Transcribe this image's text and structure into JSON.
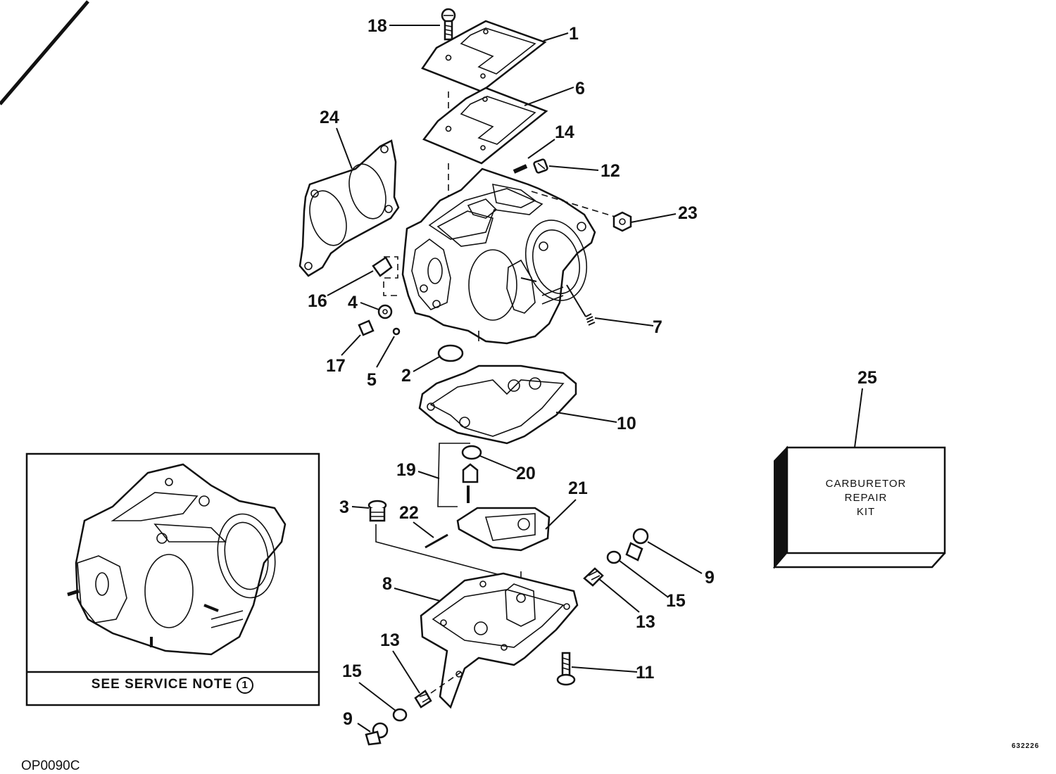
{
  "diagram": {
    "callouts": [
      "18",
      "1",
      "6",
      "24",
      "14",
      "12",
      "23",
      "16",
      "4",
      "7",
      "17",
      "5",
      "2",
      "10",
      "25",
      "19",
      "20",
      "21",
      "3",
      "22",
      "9",
      "8",
      "15",
      "13",
      "11",
      "13",
      "15",
      "9"
    ],
    "inset_note": "SEE SERVICE NOTE",
    "inset_note_circle": "1",
    "kit_label_lines": [
      "CARBURETOR",
      "REPAIR",
      "KIT"
    ],
    "figure_code": "OP0090C",
    "reference_number": "632226"
  }
}
